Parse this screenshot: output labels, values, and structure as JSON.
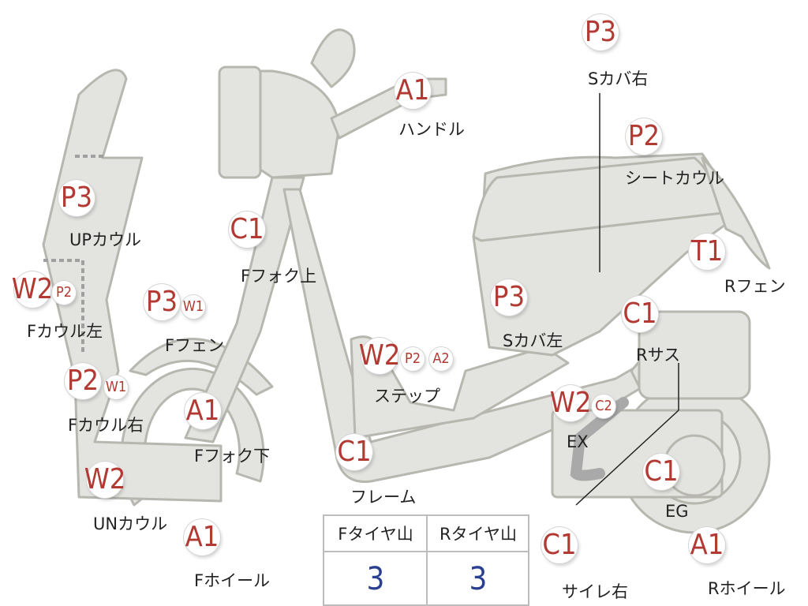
{
  "parts": [
    {
      "id": "handle",
      "badges": [
        "A1"
      ],
      "label": "ハンドル"
    },
    {
      "id": "s-cover-right",
      "badges": [
        "P3"
      ],
      "label": "Sカバ右"
    },
    {
      "id": "seat-cowl",
      "badges": [
        "P2"
      ],
      "label": "シートカウル"
    },
    {
      "id": "up-cowl",
      "badges": [
        "P3"
      ],
      "label": "UPカウル"
    },
    {
      "id": "f-fork-upper",
      "badges": [
        "C1"
      ],
      "label": "Fフォク上"
    },
    {
      "id": "r-fender",
      "badges": [
        "T1"
      ],
      "label": "Rフェン"
    },
    {
      "id": "f-cowl-left",
      "badges": [
        "W2",
        "P2"
      ],
      "label": "Fカウル左"
    },
    {
      "id": "f-fender",
      "badges": [
        "P3",
        "W1"
      ],
      "label": "Fフェン"
    },
    {
      "id": "s-cover-left",
      "badges": [
        "P3"
      ],
      "label": "Sカバ左"
    },
    {
      "id": "r-suspension",
      "badges": [
        "C1"
      ],
      "label": "Rサス"
    },
    {
      "id": "step",
      "badges": [
        "W2",
        "P2",
        "A2"
      ],
      "label": "ステップ"
    },
    {
      "id": "f-cowl-right",
      "badges": [
        "P2",
        "W1"
      ],
      "label": "Fカウル右"
    },
    {
      "id": "exhaust",
      "badges": [
        "W2",
        "C2"
      ],
      "label": "EX"
    },
    {
      "id": "f-fork-lower",
      "badges": [
        "A1"
      ],
      "label": "Fフォク下"
    },
    {
      "id": "frame",
      "badges": [
        "C1"
      ],
      "label": "フレーム"
    },
    {
      "id": "engine",
      "badges": [
        "C1"
      ],
      "label": "EG"
    },
    {
      "id": "un-cowl",
      "badges": [
        "W2"
      ],
      "label": "UNカウル"
    },
    {
      "id": "f-wheel",
      "badges": [
        "A1"
      ],
      "label": "Fホイール"
    },
    {
      "id": "silencer-right",
      "badges": [
        "C1"
      ],
      "label": "サイレ右"
    },
    {
      "id": "r-wheel",
      "badges": [
        "A1"
      ],
      "label": "Rホイール"
    }
  ],
  "tire_table": {
    "headers": [
      "Fタイヤ山",
      "Rタイヤ山"
    ],
    "values": [
      "3",
      "3"
    ]
  },
  "colors": {
    "badge_text": "#b23a33",
    "table_value": "#2a3f8f",
    "part_fill": "#e3e3df",
    "part_stroke": "#b7b7b0"
  }
}
